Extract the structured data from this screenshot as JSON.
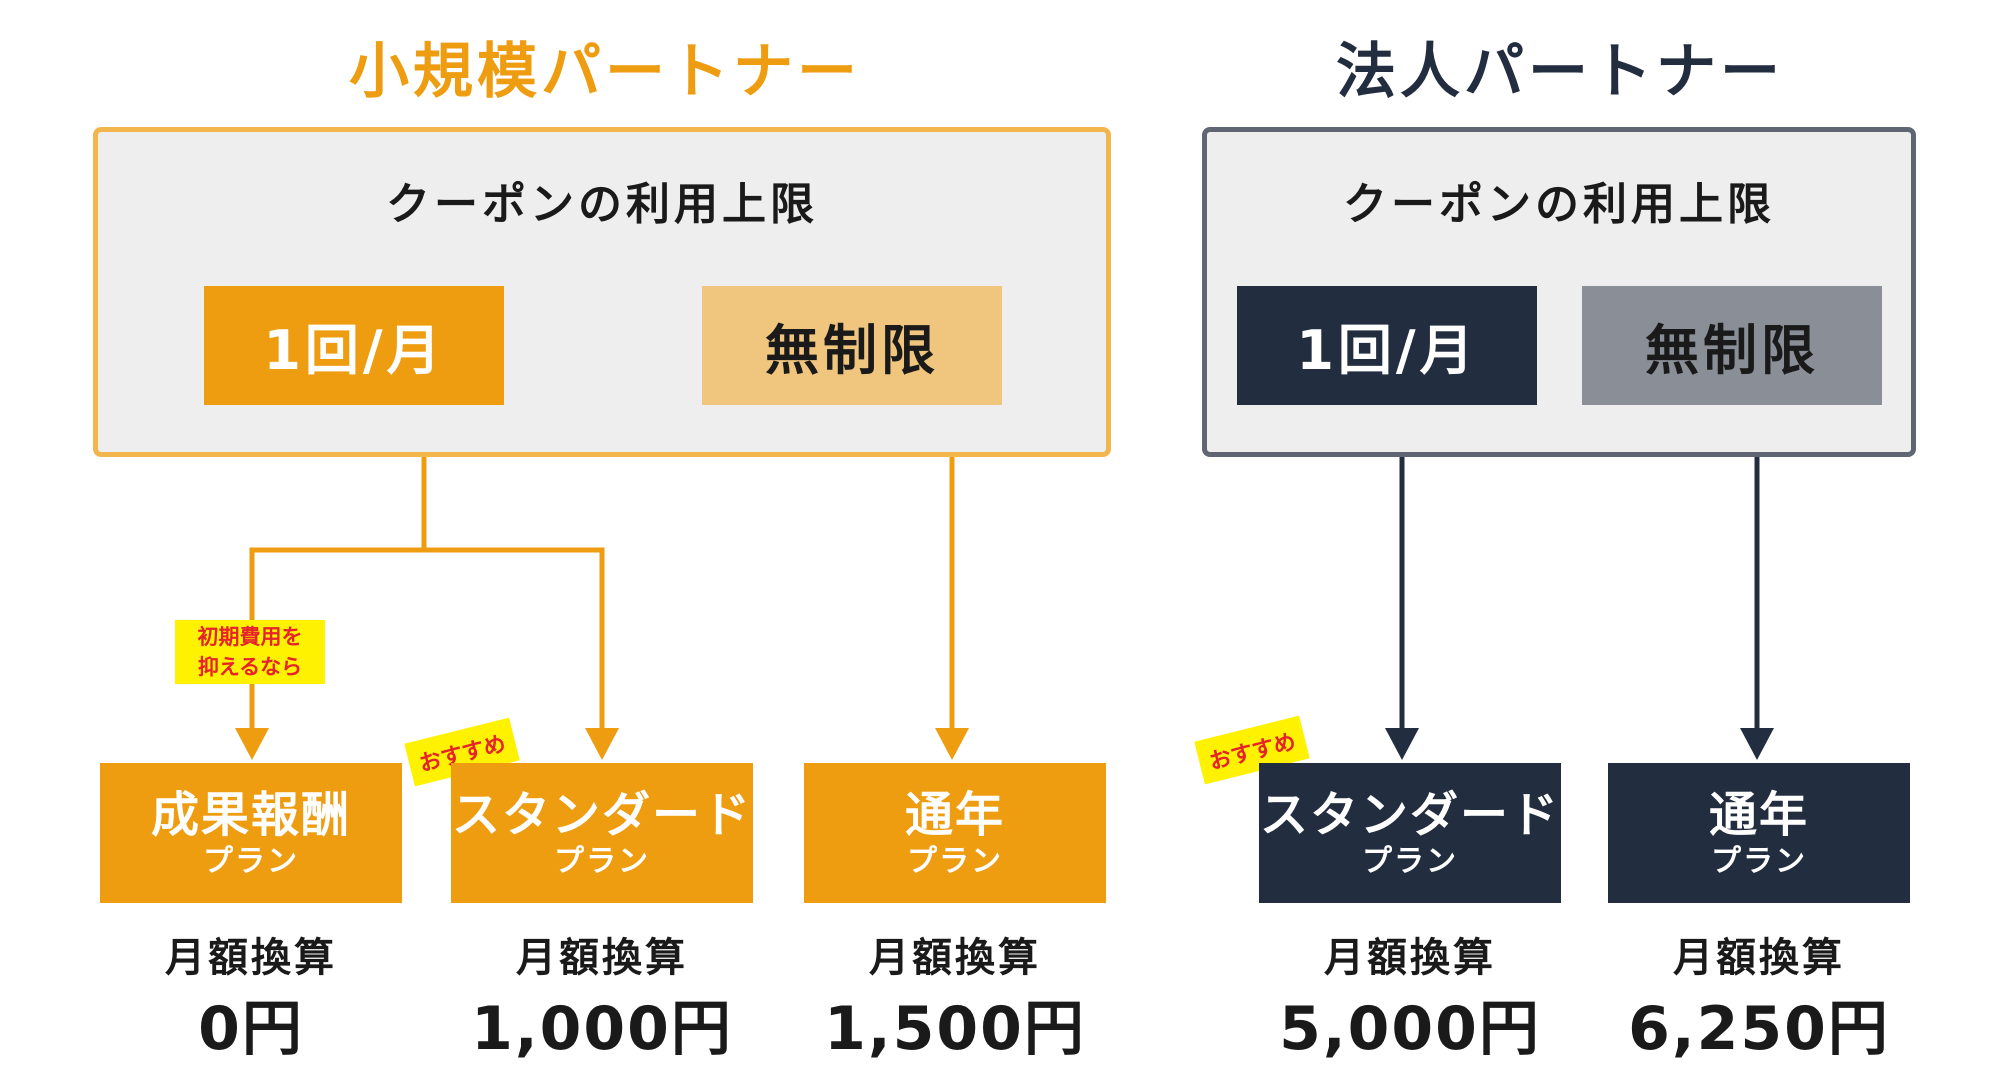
{
  "left": {
    "title": "小規模パートナー",
    "panel_heading": "クーポンの利用上限",
    "limit_monthly": "1回/月",
    "limit_unlimited": "無制限",
    "note": "初期費用を抑えるなら",
    "badge": "おすすめ",
    "plans": [
      {
        "name": "成果報酬",
        "sub": "プラン",
        "price_label": "月額換算",
        "price": "0円"
      },
      {
        "name": "スタンダード",
        "sub": "プラン",
        "price_label": "月額換算",
        "price": "1,000円"
      },
      {
        "name": "通年",
        "sub": "プラン",
        "price_label": "月額換算",
        "price": "1,500円"
      }
    ]
  },
  "right": {
    "title": "法人パートナー",
    "panel_heading": "クーポンの利用上限",
    "limit_monthly": "1回/月",
    "limit_unlimited": "無制限",
    "badge": "おすすめ",
    "plans": [
      {
        "name": "スタンダード",
        "sub": "プラン",
        "price_label": "月額換算",
        "price": "5,000円"
      },
      {
        "name": "通年",
        "sub": "プラン",
        "price_label": "月額換算",
        "price": "6,250円"
      }
    ]
  },
  "colors": {
    "orange": "#ee9c10",
    "orange_light": "#f0c57e",
    "orange_border": "#f2b64c",
    "navy": "#232d40",
    "gray": "#8a8e96",
    "navy_border": "#5f6573",
    "highlight": "#fff200",
    "highlight_text": "#e6232a"
  }
}
